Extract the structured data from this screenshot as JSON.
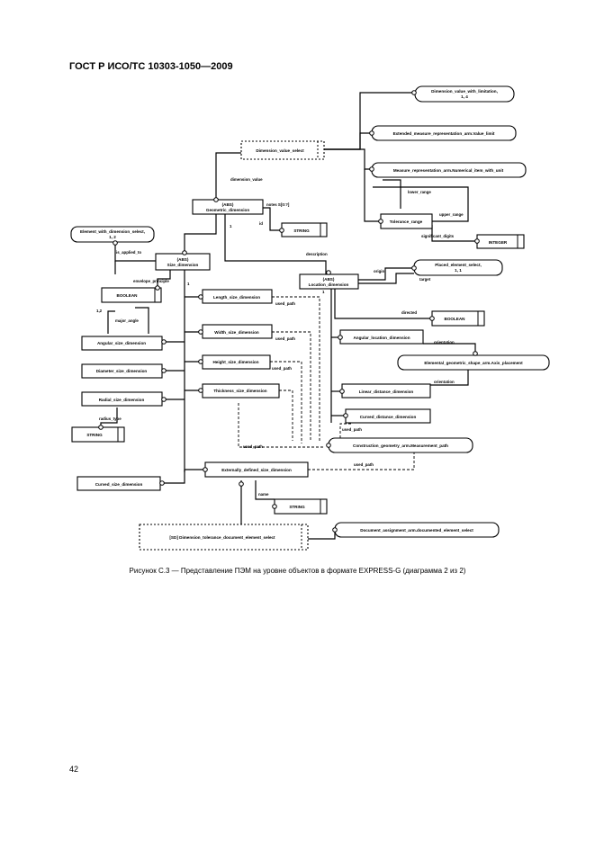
{
  "header": {
    "title": "ГОСТ Р ИСО/ТС 10303-1050—2009"
  },
  "caption": "Рисунок C.3 — Представление ПЭМ на уровне объектов в формате EXPRESS-G (диаграмма 2 из 2)",
  "page_number": "42",
  "diagram": {
    "entities": {
      "dvwl": [
        "Dimension_value_with_limitation,",
        "1, 4"
      ],
      "emr": "Extended_measure_representation_arm.Value_limit",
      "dvs": "Dimension_value_select",
      "mrvr": "Measure_representation_arm.Numerical_item_with_unit",
      "gd": [
        "(ABS)",
        "Geometric_dimension"
      ],
      "tr": "Tolerance_range",
      "str1": "STRING",
      "int": "INTEGER",
      "ewds": [
        "Element_with_dimension_select,",
        "1, 2"
      ],
      "sd": [
        "(ABS)",
        "Size_dimension"
      ],
      "pes": [
        "Placed_element_select,",
        "1, 1"
      ],
      "ld": [
        "(ABS)",
        "Location_dimension"
      ],
      "bool1": "BOOLEAN",
      "lsd": "Length_size_dimension",
      "bool2": "BOOLEAN",
      "asd": "Angular_size_dimension",
      "wsd": "Width_size_dimension",
      "ald": "Angular_location_dimension",
      "dsd": "Diameter_size_dimension",
      "hsd": "Height_size_dimension",
      "egs": "Elemental_geometric_shape_arm.Axis_placement",
      "rsd": "Radial_size_dimension",
      "tsd": "Thickness_size_dimension",
      "lindd": "Linear_distance_dimension",
      "cdd": "Curved_distance_dimension",
      "str2": "STRING",
      "cgm": "Construction_geometry_arm.Measurement_path",
      "csd": "Curved_size_dimension",
      "edsd": "Externally_defined_size_dimension",
      "str3": "STRING",
      "dares": "Document_assignment_arm.documented_element_select",
      "dtdes": "[SD] Dimension_tolerance_document_element_select"
    },
    "labels": {
      "dimension_value": "dimension_value",
      "lower_range": "lower_range",
      "upper_range": "upper_range",
      "notes": "notes S[0:?]",
      "id": "id",
      "significant_digits": "significant_digits",
      "one_a": "1",
      "one_b": "1",
      "one_c": "1",
      "is_applied_to": "is_applied_to",
      "description": "description",
      "envelope_principle": "envelope_principle",
      "origin": "origin",
      "target": "target",
      "used_path_1": "used_path",
      "directed": "directed",
      "major_angle": "major_angle",
      "one_d": "1,2",
      "used_path_2": "used_path",
      "orientation_1": "orientation",
      "used_path_3": "used_path",
      "orientation_2": "orientation",
      "radius_type": "radius_type",
      "used_path_4": "used_path",
      "used_path_5": "used_path",
      "used_path_6": "used_path",
      "name": "name"
    }
  }
}
